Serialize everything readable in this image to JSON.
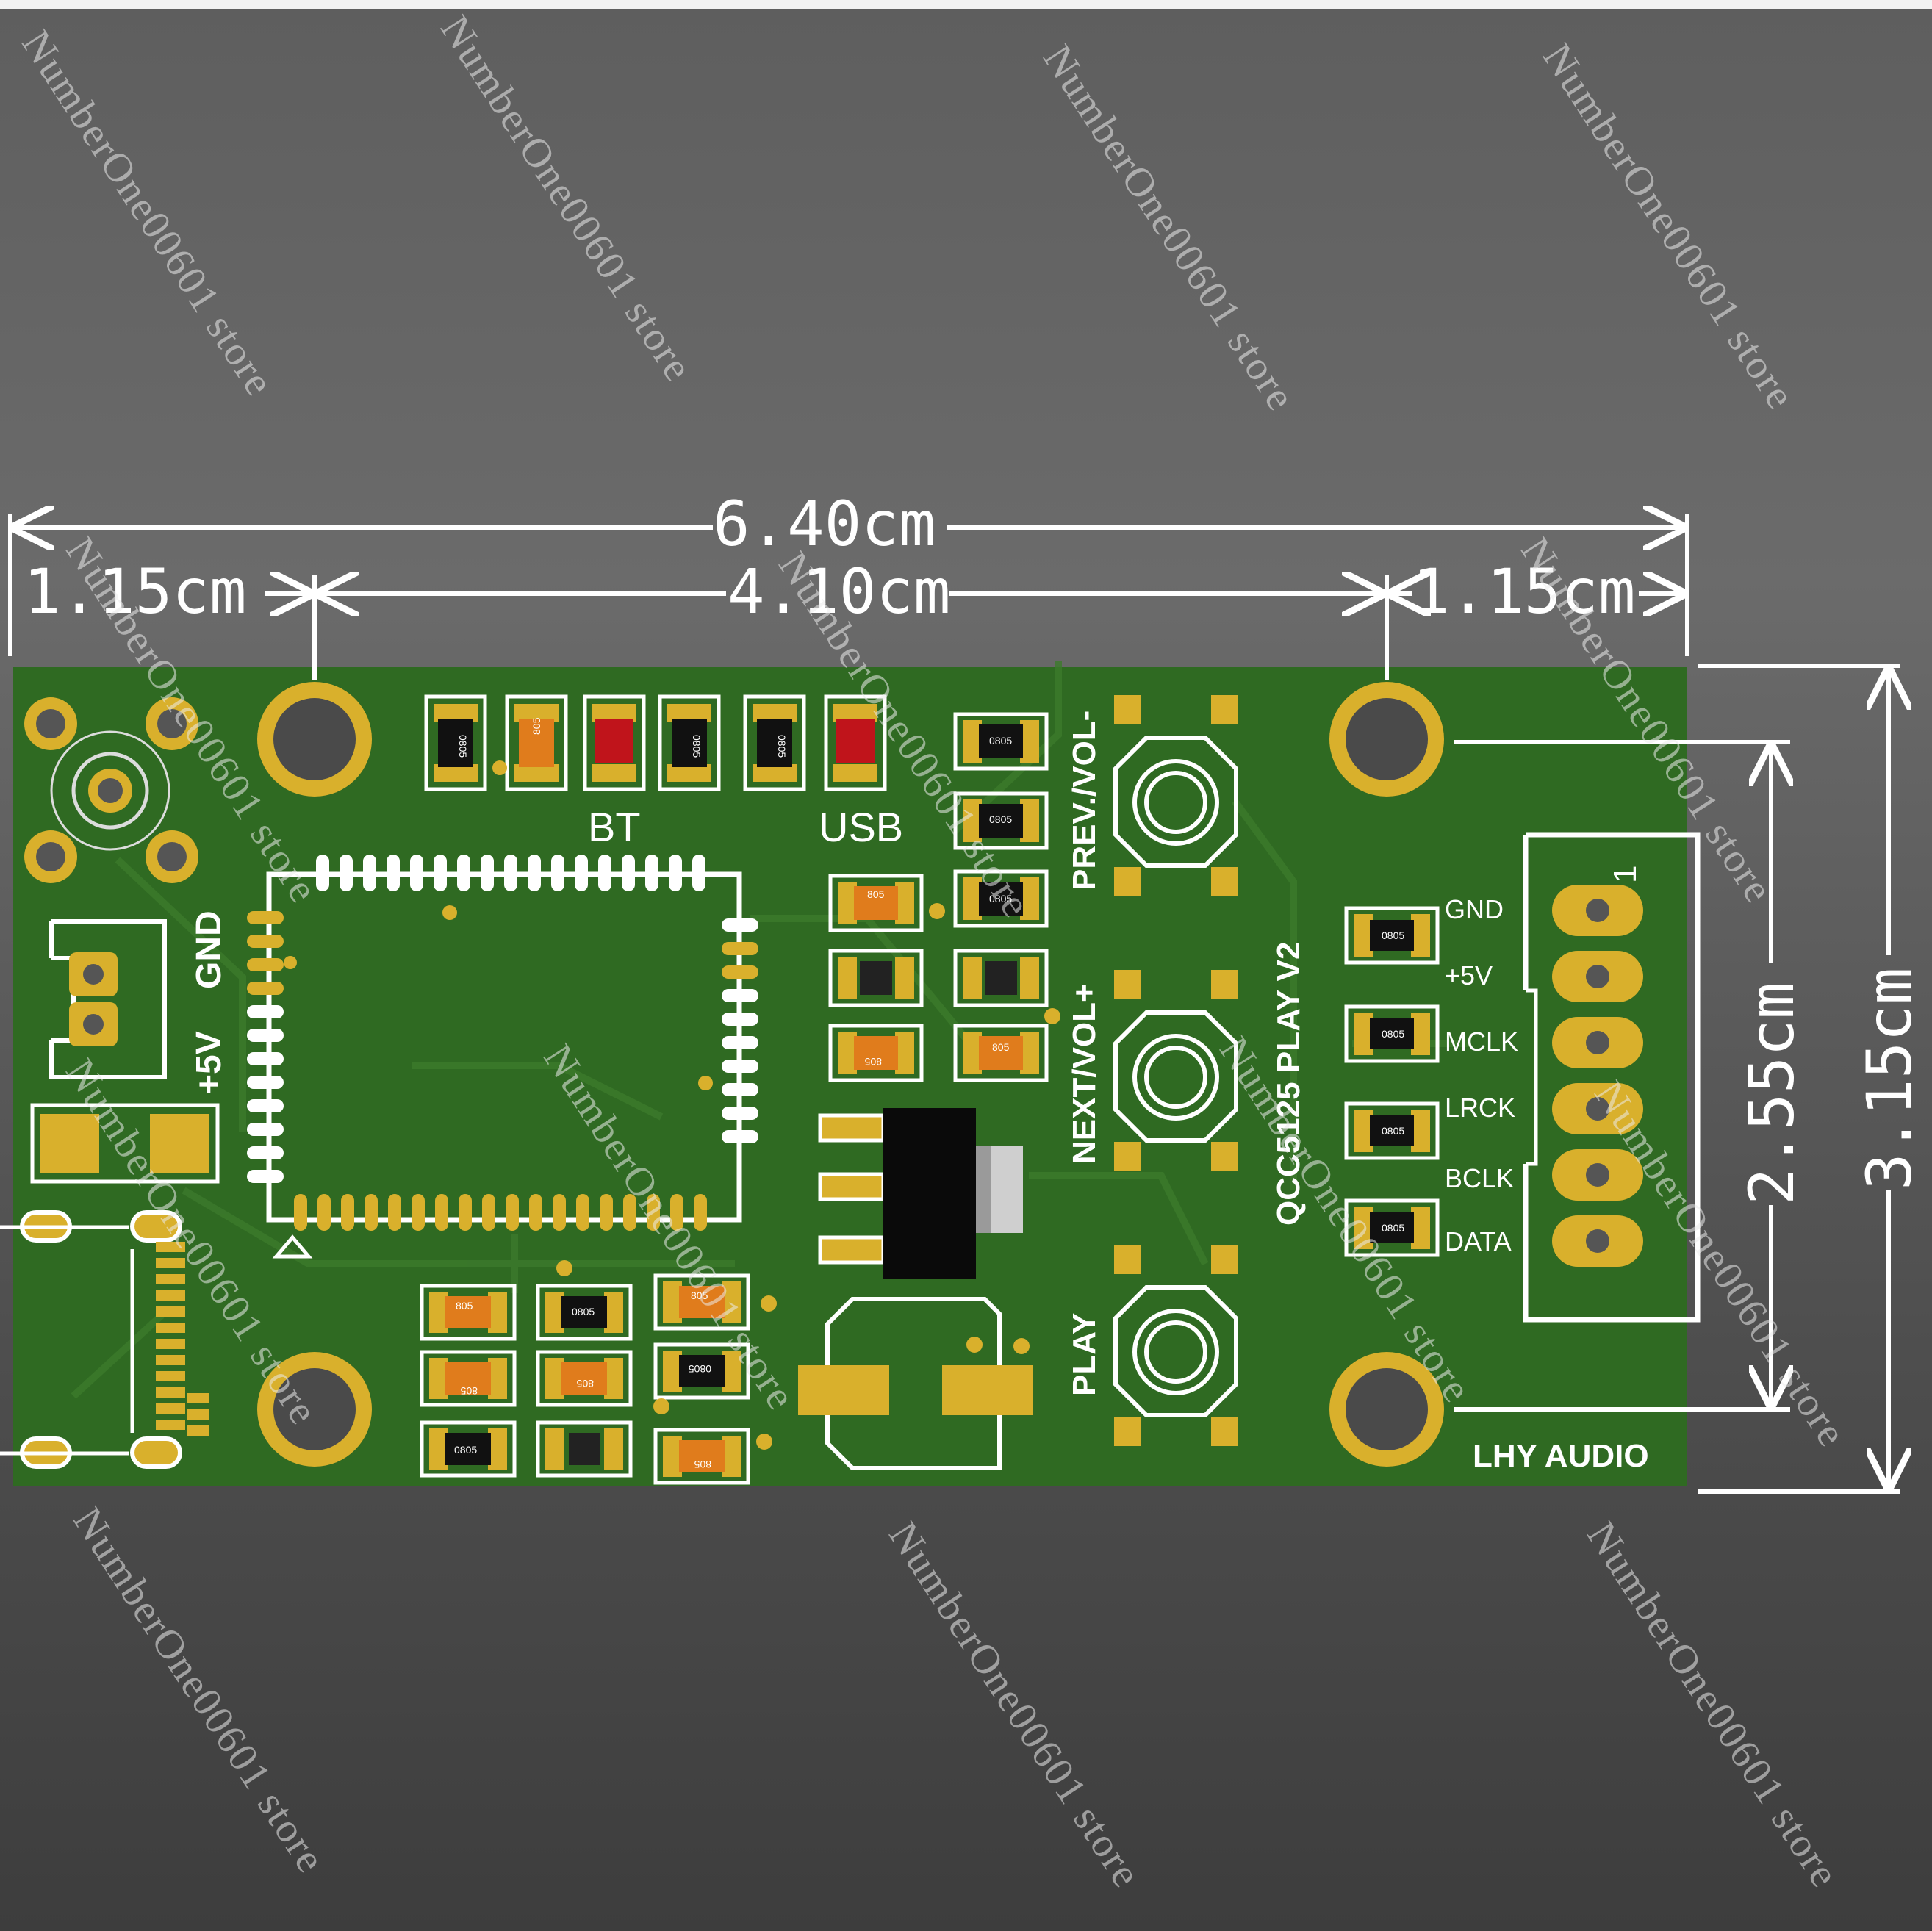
{
  "dimensions": {
    "width_overall": "6.40cm",
    "left_offset": "1.15cm",
    "hole_spacing": "4.10cm",
    "right_offset": "1.15cm",
    "hole_spacing_vertical": "2.55cm",
    "height_overall": "3.15cm"
  },
  "silkscreen": {
    "bt": "BT",
    "usb": "USB",
    "gnd_left": "GND",
    "plus5v_left": "+5V",
    "prev": "PREV./VOL-",
    "next": "NEXT/VOL+",
    "play": "PLAY",
    "board_name": "QCC5125 PLAY V2",
    "brand": "LHY AUDIO",
    "pin1": "1",
    "pins": [
      "GND",
      "+5V",
      "MCLK",
      "LRCK",
      "BCLK",
      "DATA"
    ]
  },
  "parts": {
    "package_code": "0805",
    "short_code": "805"
  },
  "watermark": "NumberOne00601 store",
  "colors": {
    "board": "#2f6a22",
    "pad_gold": "#d9b02c",
    "led_red": "#c0141b",
    "cap_orange": "#e07c1c",
    "background": "#5a5a5a"
  }
}
